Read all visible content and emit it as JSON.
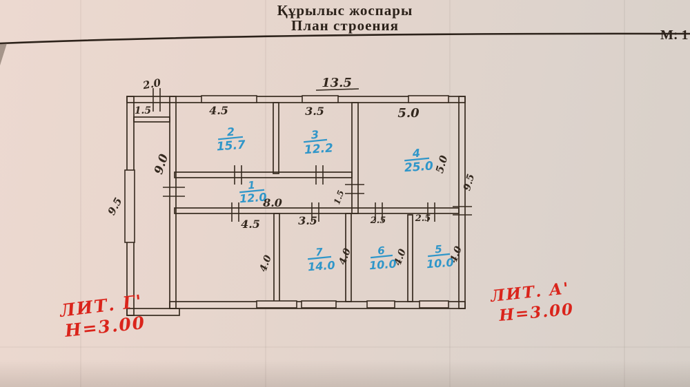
{
  "header": {
    "title_kk": "Құрылыс  жоспары",
    "title_ru": "План строения",
    "scale": "М: 1"
  },
  "plan": {
    "rooms": [
      {
        "num": "2",
        "area": "15.7"
      },
      {
        "num": "3",
        "area": "12.2"
      },
      {
        "num": "4",
        "area": "25.0"
      },
      {
        "num": "1",
        "area": "12.0"
      },
      {
        "num": "7",
        "area": "14.0"
      },
      {
        "num": "6",
        "area": "10.0"
      },
      {
        "num": "5",
        "area": "10.0"
      }
    ],
    "dims": [
      {
        "id": "porch-width",
        "value": "2.0"
      },
      {
        "id": "top-total",
        "value": "13.5"
      },
      {
        "id": "porch-room",
        "value": "1.5"
      },
      {
        "id": "room2-width",
        "value": "4.5"
      },
      {
        "id": "room3-width",
        "value": "3.5"
      },
      {
        "id": "room4-width",
        "value": "5.0"
      },
      {
        "id": "left-inner-height",
        "value": "9.0"
      },
      {
        "id": "left-outer-height",
        "value": "9.5"
      },
      {
        "id": "room4-height",
        "value": "5.0"
      },
      {
        "id": "right-outer-height",
        "value": "9.5"
      },
      {
        "id": "hall-length",
        "value": "8.0"
      },
      {
        "id": "hall-width",
        "value": "1.5"
      },
      {
        "id": "bottomleft-width",
        "value": "4.5"
      },
      {
        "id": "room7-width",
        "value": "3.5"
      },
      {
        "id": "room6-width",
        "value": "2.5"
      },
      {
        "id": "room5-width",
        "value": "2.5"
      },
      {
        "id": "bottomleft-depth",
        "value": "4.0"
      },
      {
        "id": "room7-depth",
        "value": "4.0"
      },
      {
        "id": "room6-depth",
        "value": "4.0"
      },
      {
        "id": "room5-depth",
        "value": "4.0"
      }
    ],
    "annotations": {
      "left": {
        "liter": "ЛИТ. Г'",
        "height": "Н=3.00"
      },
      "right": {
        "liter": "ЛИТ. А'",
        "height": "Н=3.00"
      }
    },
    "colors": {
      "ink_blue": "#2f96c9",
      "ink_red": "#da241b",
      "ink_black": "#362a1f"
    }
  }
}
